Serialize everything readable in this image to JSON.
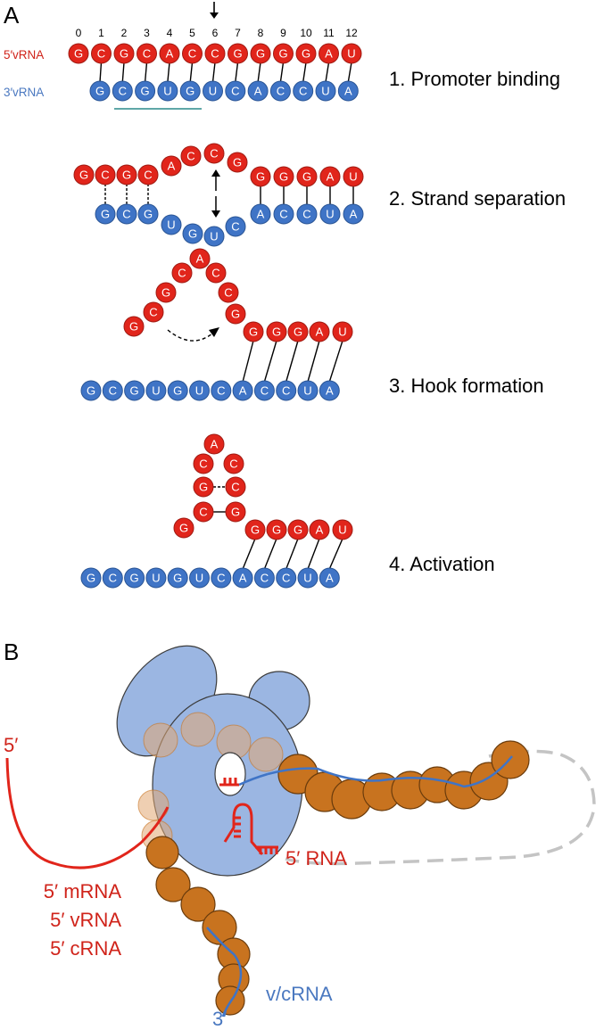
{
  "panel_a": {
    "label": "A",
    "positions": [
      "0",
      "1",
      "2",
      "3",
      "4",
      "5",
      "6",
      "7",
      "8",
      "9",
      "10",
      "11",
      "12"
    ],
    "strand5_label": "5′vRNA",
    "strand3_label": "3′vRNA",
    "seq5": [
      "G",
      "C",
      "G",
      "C",
      "A",
      "C",
      "C",
      "G",
      "G",
      "G",
      "G",
      "A",
      "U"
    ],
    "seq3": [
      "G",
      "C",
      "G",
      "U",
      "G",
      "U",
      "C",
      "A",
      "C",
      "C",
      "U",
      "A"
    ],
    "steps": [
      "1. Promoter binding",
      "2. Strand separation",
      "3. Hook formation",
      "4. Activation"
    ]
  },
  "panel_b": {
    "label": "B",
    "end5_top": "5′",
    "mrna": "5′ mRNA",
    "vrna": "5′ vRNA",
    "crna": "5′ cRNA",
    "rna5": "5′ RNA",
    "vcrna": "v/cRNA",
    "end3": "3′"
  },
  "colors": {
    "red": "#e1251b",
    "red_stroke": "#a01a12",
    "blue": "#3f74c6",
    "blue_stroke": "#2a5595",
    "red_text": "#d0231a",
    "blue_text": "#4a78c0",
    "pol": "#9bb6e2",
    "np": "#c8731f",
    "np_stroke": "#6b3c0c"
  }
}
